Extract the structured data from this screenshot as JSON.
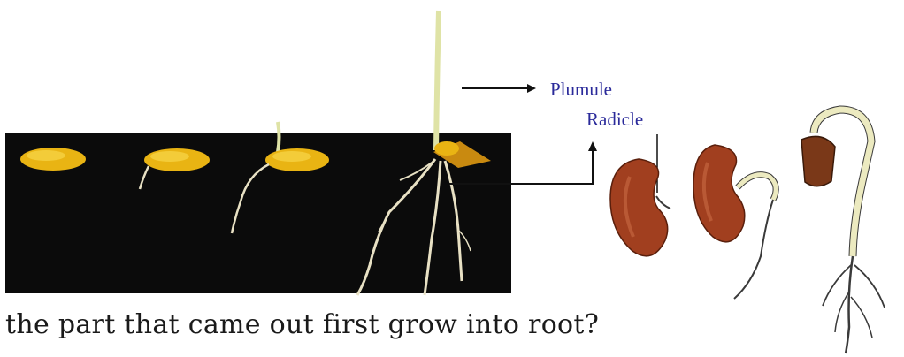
{
  "labels": {
    "plumule": "Plumule",
    "radicle": "Radicle"
  },
  "caption": "the part that came out first grow into root?",
  "colors": {
    "label": "#2a2a9a",
    "photo_background": "#0b0b0b",
    "seed": "#e9b413",
    "root": "#e8e1c4",
    "shoot": "#dfe3a6",
    "bean": "#a13f1f"
  }
}
